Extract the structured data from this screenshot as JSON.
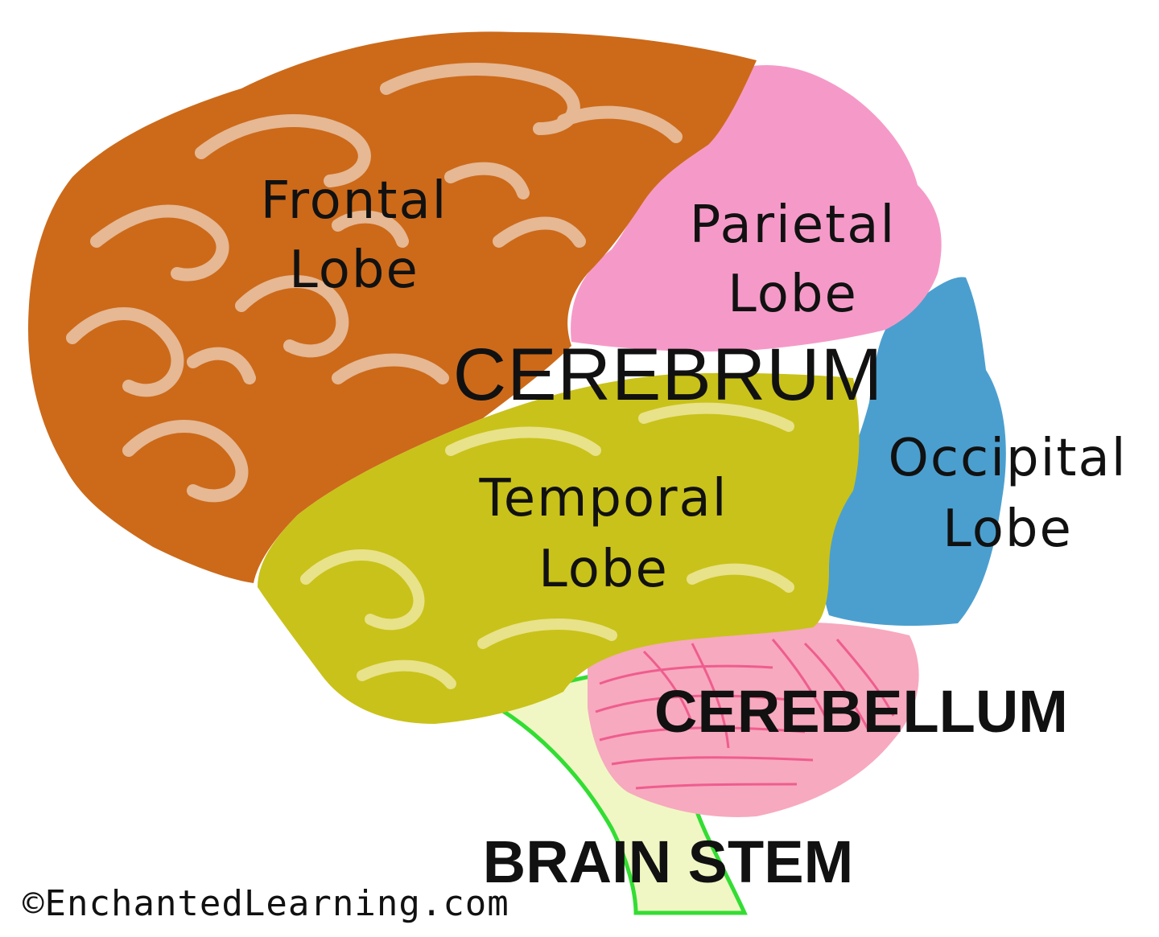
{
  "labels": {
    "cerebrum": "CEREBRUM",
    "frontal": [
      "Frontal",
      "Lobe"
    ],
    "parietal": [
      "Parietal",
      "Lobe"
    ],
    "occipital": [
      "Occipital",
      "Lobe"
    ],
    "temporal": [
      "Temporal",
      "Lobe"
    ],
    "cerebellum": "CEREBELLUM",
    "brain_stem": "BRAIN STEM"
  },
  "credit": "©EnchantedLearning.com",
  "colors": {
    "frontal": "#cc6a1a",
    "frontal_gyri": "#e6b894",
    "parietal": "#f59ac8",
    "occipital": "#4b9fcf",
    "temporal": "#c9c21a",
    "temporal_gyri": "#e8e28a",
    "cerebellum": "#f7a9bf",
    "cerebellum_lines": "#ee5d8e",
    "brain_stem": "#f0f7c4",
    "brain_stem_outline": "#33dd33"
  }
}
